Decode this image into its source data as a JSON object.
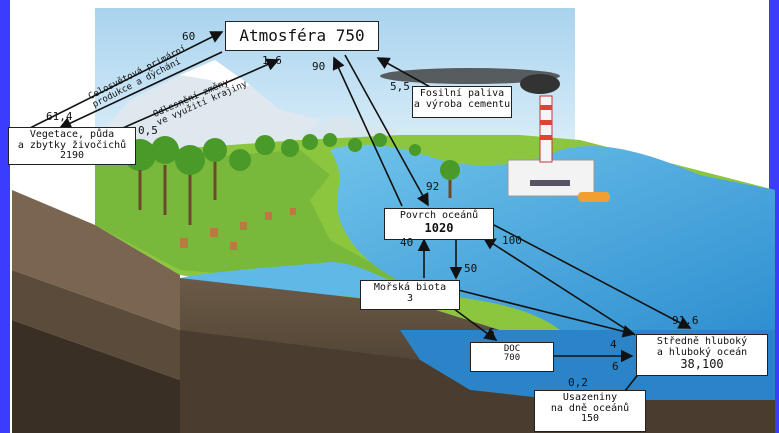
{
  "boxes": {
    "atmosphere": "Atmosféra 750",
    "vegetation": {
      "line1": "Vegetace, půda",
      "line2": "a zbytky živočichů",
      "value": "2190"
    },
    "fossil": {
      "line1": "Fosilní paliva",
      "line2": "a výroba cementu"
    },
    "surface_ocean": {
      "label": "Povrch oceánů",
      "value": "1020"
    },
    "marine_biota": {
      "label": "Mořská biota",
      "value": "3"
    },
    "doc": {
      "label": "DOC",
      "value": "700"
    },
    "deep_ocean": {
      "line1": "Středně hluboký",
      "line2": "a hluboký oceán",
      "value": "38,100"
    },
    "sediment": {
      "line1": "Usazeniny",
      "line2": "na dně oceánů",
      "value": "150"
    }
  },
  "flows": {
    "production": "60",
    "respiration": "61,4",
    "landuse": "1,6",
    "land_uptake": "0,5",
    "ocean_to_atm": "90",
    "fossil": "5,5",
    "atm_to_ocean": "92",
    "biota_to_surface": "40",
    "surface_to_biota": "50",
    "deep_to_surface": "100",
    "surface_to_deep": "91.6",
    "biota_to_doc": "6",
    "biota_to_deep": "4",
    "doc_to_deep": "6",
    "sediment": "0,2"
  },
  "captions": {
    "primary": {
      "line1": "Celosvětová primární",
      "line2": "produkce a dýchání"
    },
    "landuse": {
      "line1": "Odlesnění změny",
      "line2": "ve využití krajiny"
    }
  },
  "colors": {
    "border": "#3c3cff",
    "ocean": "#2f8fd0",
    "land": "#8cc63f",
    "soil": "#4a3d30"
  }
}
